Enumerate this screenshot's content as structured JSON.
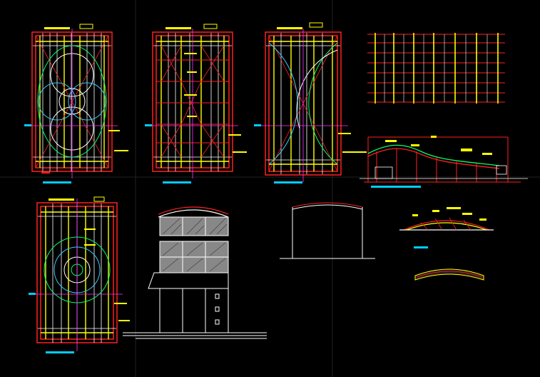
{
  "colors": {
    "background": "#000000",
    "frame_red": "#ff2020",
    "frame_yellow": "#ffff00",
    "grid_white": "#ffffff",
    "arc_green": "#00ff66",
    "arc_cyan": "#33ccff",
    "axis_magenta": "#ff33ff",
    "dim_cyan": "#00ccff",
    "hatch_gray": "#888888",
    "dark_gray": "#2a2a2a"
  },
  "views": [
    {
      "id": "panel-plan-1",
      "kind": "ceiling-plan",
      "pattern": "circles-and-ellipses"
    },
    {
      "id": "panel-plan-2",
      "kind": "ceiling-plan",
      "pattern": "grid-with-crossbraces"
    },
    {
      "id": "panel-plan-3",
      "kind": "ceiling-plan",
      "pattern": "large-arcs"
    },
    {
      "id": "panel-top-grid",
      "kind": "grid-plan",
      "pattern": "orthogonal-grid"
    },
    {
      "id": "panel-long-section",
      "kind": "section",
      "pattern": "wavy-roof"
    },
    {
      "id": "panel-plan-4",
      "kind": "ceiling-plan",
      "pattern": "concentric-circles"
    },
    {
      "id": "panel-facade",
      "kind": "elevation",
      "pattern": "hatched-glazing"
    },
    {
      "id": "panel-arch-elevation",
      "kind": "elevation",
      "pattern": "arched-opening"
    },
    {
      "id": "panel-small-section",
      "kind": "section",
      "pattern": "arched-truss"
    },
    {
      "id": "panel-curved-beam",
      "kind": "detail",
      "pattern": "curved-beam"
    }
  ]
}
